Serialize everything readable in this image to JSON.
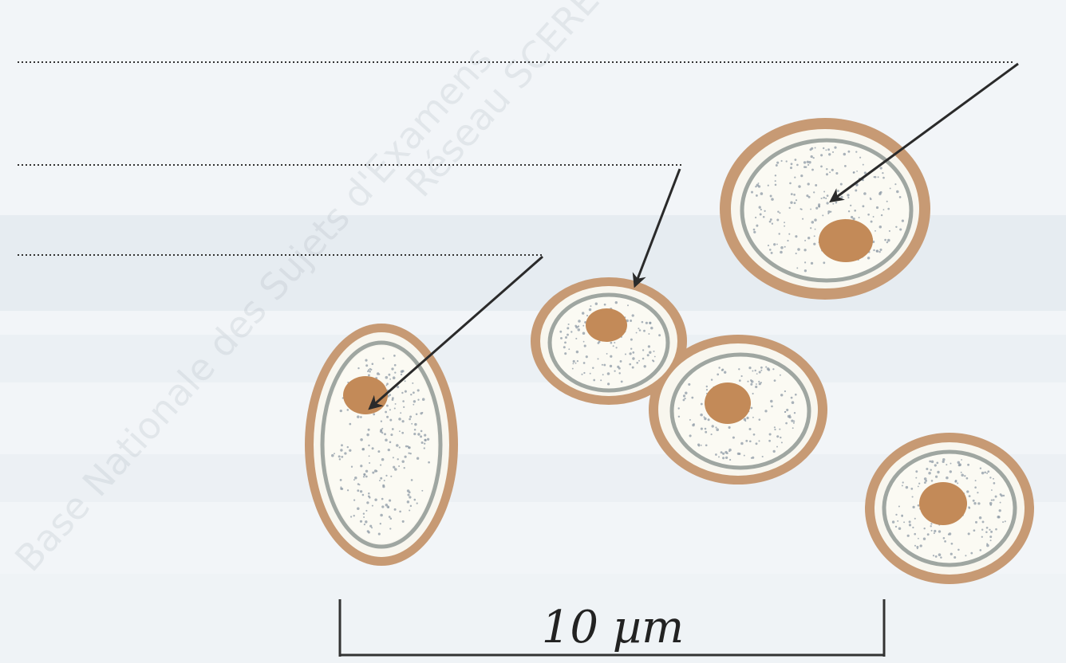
{
  "figure": {
    "scale_bar_label": "10 µm",
    "label_lines": [
      {
        "label": ""
      },
      {
        "label": ""
      },
      {
        "label": ""
      }
    ],
    "colors": {
      "wall": "#c79a74",
      "cytoplasm_bg": "#fbfaf3",
      "membrane": "#9fa6a1",
      "nucleus": "#c38a58",
      "dots": "#8e9aa5",
      "arrows": "#2a2a2a",
      "background": "#f2f5f8"
    },
    "watermarks": [
      "Réseau SCEREN",
      "Base Nationale des Sujets d'Examens"
    ]
  }
}
